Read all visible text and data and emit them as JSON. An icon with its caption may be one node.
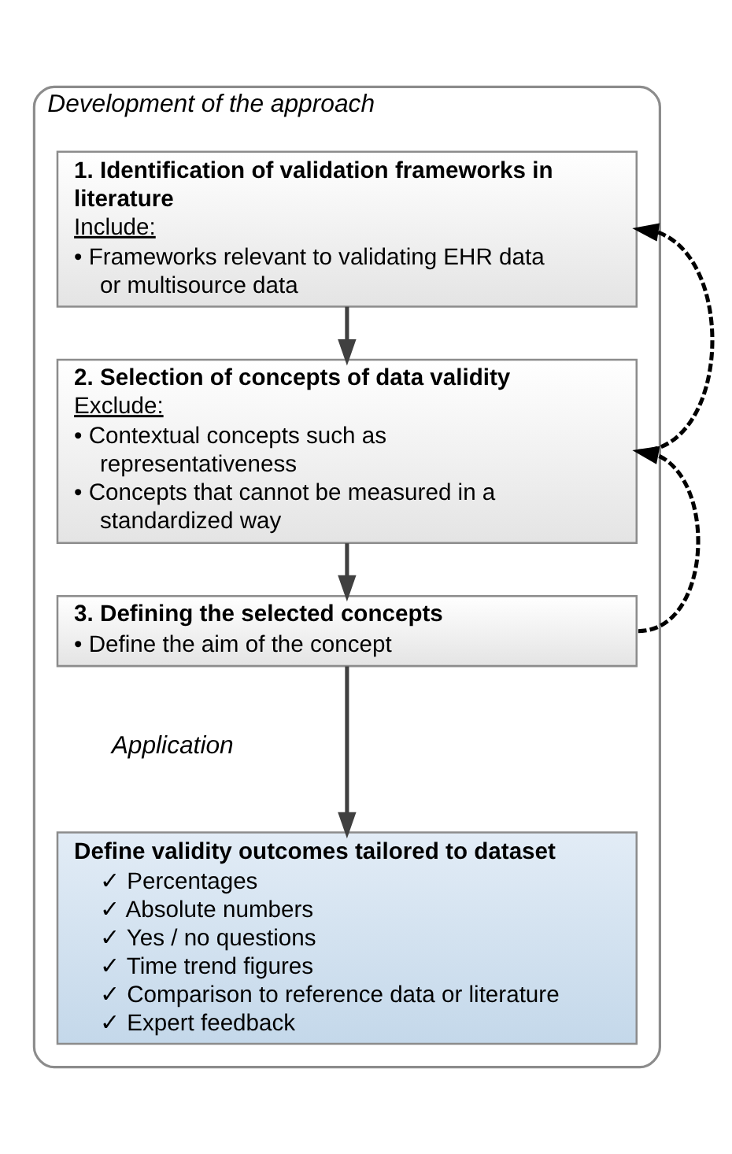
{
  "diagram": {
    "nodes": [
      {
        "text": [
          "Development of the approach"
        ]
      },
      {
        "text": [
          "1. Identification of validation frameworks in literature",
          "Include:",
          "• Frameworks relevant to validating EHR data or multisource data"
        ],
        "in": 0
      },
      {
        "text": [
          "2. Selection of concepts of data validity",
          "Exclude:",
          "• Contextual concepts such as representativeness",
          "• Concepts that cannot be measured in a standardized way"
        ],
        "in": 0
      },
      {
        "text": [
          "3. Defining the selected concepts",
          "• Define the aim of the concept"
        ],
        "in": 0
      },
      {
        "text": [
          "Define validity outcomes tailored to dataset",
          "✓ Percentages",
          "✓ Absolute numbers",
          "✓ Yes / no questions",
          "✓ Time trend figures",
          "✓ Comparison to reference data or literature",
          "✓ Expert feedback"
        ],
        "in": 0
      }
    ],
    "edges": [
      {
        "from": 1,
        "to": 2,
        "arrow": "to"
      },
      {
        "from": 2,
        "to": 3,
        "arrow": "to"
      },
      {
        "from": 3,
        "to": 4,
        "arrow": "to"
      },
      {
        "from": 2,
        "to": 1,
        "arrow": "to",
        "style": "dashed",
        "color": "#000000"
      },
      {
        "from": 3,
        "to": 2,
        "arrow": "to",
        "style": "dashed",
        "color": "#000000"
      }
    ],
    "labels": [
      "Application"
    ]
  }
}
